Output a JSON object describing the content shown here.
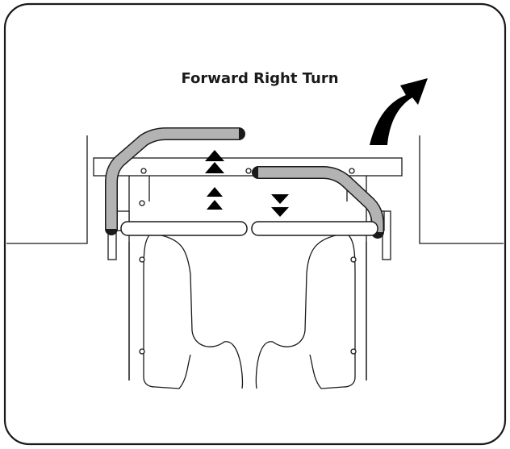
{
  "title": "Forward Right Turn",
  "colors": {
    "line": "#1a1a1a",
    "handle_fill": "#b3b3b3",
    "arrow_fill": "#000000",
    "background": "#ffffff"
  },
  "indicators": {
    "left_lever": {
      "direction": "up",
      "arrow_count": 4,
      "meaning": "forward"
    },
    "right_lever": {
      "direction": "down",
      "arrow_count": 2,
      "meaning": "back"
    },
    "turn_arrow": "curved-arrow-right-icon"
  }
}
